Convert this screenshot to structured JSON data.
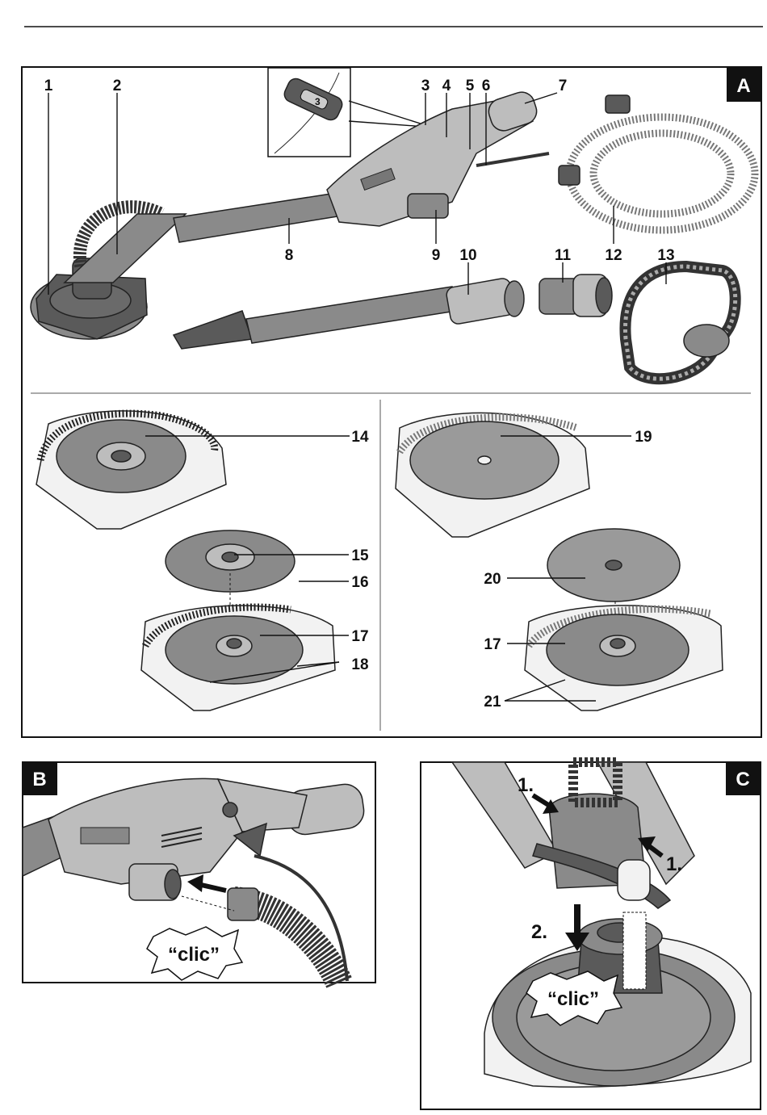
{
  "panels": {
    "a": {
      "tag": "A"
    },
    "b": {
      "tag": "B",
      "clic": "“clic”"
    },
    "c": {
      "tag": "C",
      "clic": "“clic”",
      "step1a": "1.",
      "step1b": "1.",
      "step2": "2."
    }
  },
  "labels": [
    "1",
    "2",
    "3",
    "4",
    "5",
    "6",
    "7",
    "8",
    "9",
    "10",
    "11",
    "12",
    "13",
    "14",
    "15",
    "16",
    "17",
    "18",
    "19",
    "20",
    "17",
    "21"
  ]
}
